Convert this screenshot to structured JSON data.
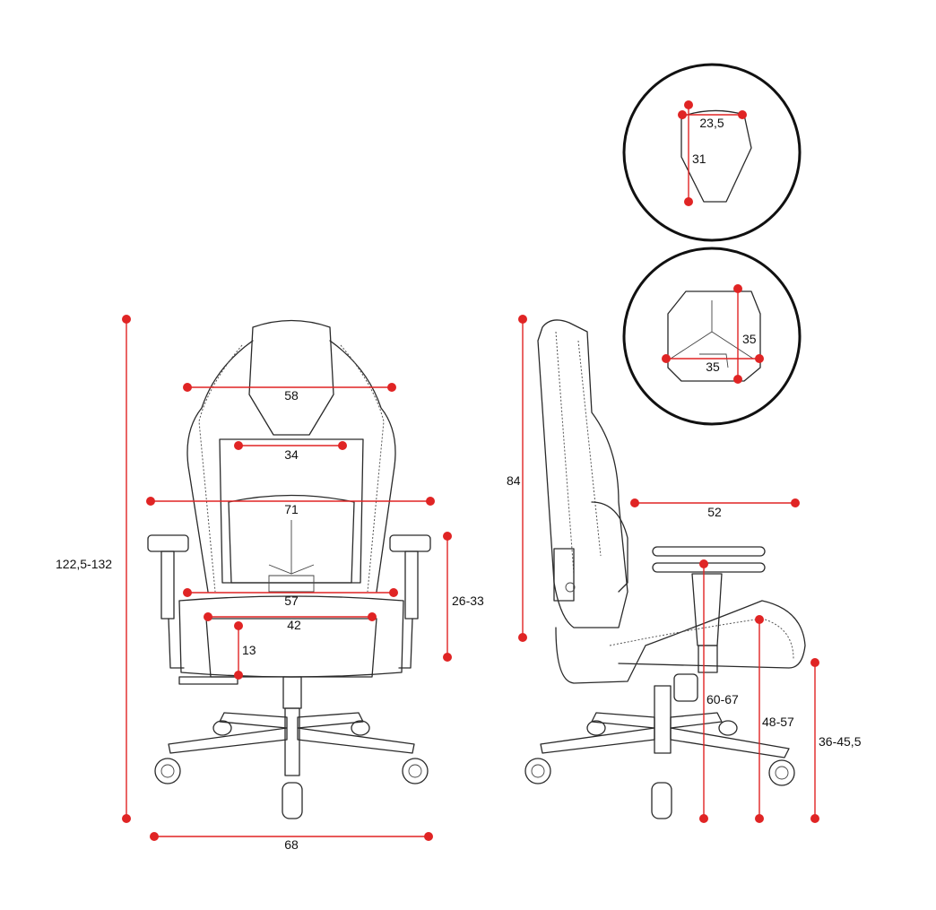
{
  "colors": {
    "dimension": "#e02424",
    "outline": "#2a2a2a"
  },
  "front_view": {
    "headrest_width": "58",
    "backrest_inner_width": "34",
    "shoulder_width": "71",
    "seat_outer_width": "57",
    "seat_inner_width": "42",
    "seat_cushion_height": "13",
    "armrest_height_range": "26-33",
    "total_height_range": "122,5-132",
    "base_width": "68"
  },
  "side_view": {
    "backrest_height": "84",
    "seat_depth": "52",
    "armrest_floor_height": "60-67",
    "seat_front_height": "48-57",
    "seat_floor_height": "36-45,5"
  },
  "headrest_detail": {
    "width": "23,5",
    "height": "31"
  },
  "lumbar_detail": {
    "height": "35",
    "width": "35"
  }
}
